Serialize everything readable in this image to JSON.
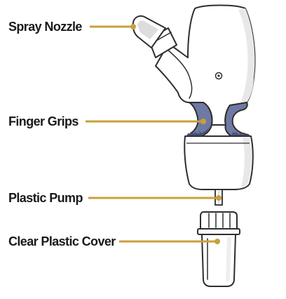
{
  "diagram": {
    "colors": {
      "leader": "#c9a03a",
      "grip": "#6e7aa4",
      "grip_shadow": "#4a5478",
      "outline": "#2e2e2e",
      "body": "#ffffff",
      "shade": "#e6e6e6",
      "label_text": "#1a1a1a"
    },
    "callouts": [
      {
        "label": "Spray Nozzle"
      },
      {
        "label": "Finger Grips"
      },
      {
        "label": "Plastic Pump"
      },
      {
        "label": "Clear Plastic Cover"
      }
    ]
  }
}
